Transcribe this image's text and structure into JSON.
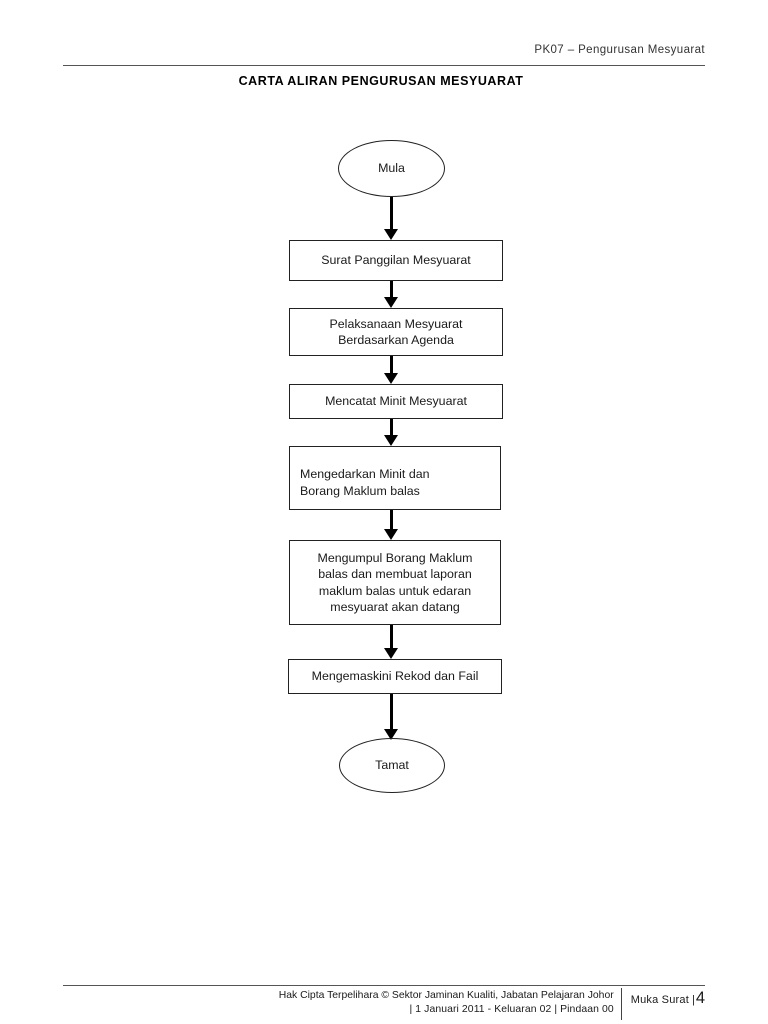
{
  "header": {
    "text": "PK07  –  Pengurusan Mesyuarat"
  },
  "title": "CARTA ALIRAN PENGURUSAN MESYUARAT",
  "chart_data": {
    "type": "flowchart",
    "title": "CARTA ALIRAN PENGURUSAN MESYUARAT",
    "orientation": "top-to-bottom",
    "nodes": [
      {
        "id": "start",
        "shape": "ellipse",
        "label": "Mula"
      },
      {
        "id": "n1",
        "shape": "rectangle",
        "label": "Surat Panggilan Mesyuarat"
      },
      {
        "id": "n2",
        "shape": "rectangle",
        "label": "Pelaksanaan Mesyuarat\nBerdasarkan Agenda"
      },
      {
        "id": "n3",
        "shape": "rectangle",
        "label": "Mencatat Minit Mesyuarat"
      },
      {
        "id": "n4",
        "shape": "rectangle",
        "label": "Mengedarkan Minit dan\nBorang Maklum balas"
      },
      {
        "id": "n5",
        "shape": "rectangle",
        "label": "Mengumpul  Borang Maklum\nbalas dan membuat laporan\nmaklum balas untuk edaran\nmesyuarat akan datang"
      },
      {
        "id": "n6",
        "shape": "rectangle",
        "label": "Mengemaskini Rekod dan Fail"
      },
      {
        "id": "end",
        "shape": "ellipse",
        "label": "Tamat"
      }
    ],
    "edges": [
      {
        "from": "start",
        "to": "n1",
        "arrow": "down"
      },
      {
        "from": "n1",
        "to": "n2",
        "arrow": "down"
      },
      {
        "from": "n2",
        "to": "n3",
        "arrow": "down"
      },
      {
        "from": "n3",
        "to": "n4",
        "arrow": "down"
      },
      {
        "from": "n4",
        "to": "n5",
        "arrow": "down"
      },
      {
        "from": "n5",
        "to": "n6",
        "arrow": "down"
      },
      {
        "from": "n6",
        "to": "end",
        "arrow": "down"
      }
    ]
  },
  "nodes": {
    "start": "Mula",
    "n1": "Surat Panggilan Mesyuarat",
    "n2_line1": "Pelaksanaan Mesyuarat",
    "n2_line2": "Berdasarkan Agenda",
    "n3": "Mencatat Minit Mesyuarat",
    "n4_line1": "Mengedarkan Minit dan",
    "n4_line2": "Borang Maklum balas",
    "n5_line1": "Mengumpul  Borang Maklum",
    "n5_line2": "balas dan membuat laporan",
    "n5_line3": "maklum balas untuk edaran",
    "n5_line4": "mesyuarat akan datang",
    "n6": "Mengemaskini Rekod dan Fail",
    "end": "Tamat"
  },
  "footer": {
    "copyright_line1": "Hak Cipta Terpelihara © Sektor Jaminan Kualiti, Jabatan Pelajaran Johor",
    "copyright_line2": "| 1 Januari 2011  -   Keluaran 02   |   Pindaan 00",
    "page_label": "Muka Surat",
    "page_separator": "|",
    "page_number": "4"
  },
  "colors": {
    "text": "#1a1a1a",
    "rule": "#555555",
    "node_border": "#222222",
    "arrow": "#000000",
    "background": "#ffffff"
  }
}
